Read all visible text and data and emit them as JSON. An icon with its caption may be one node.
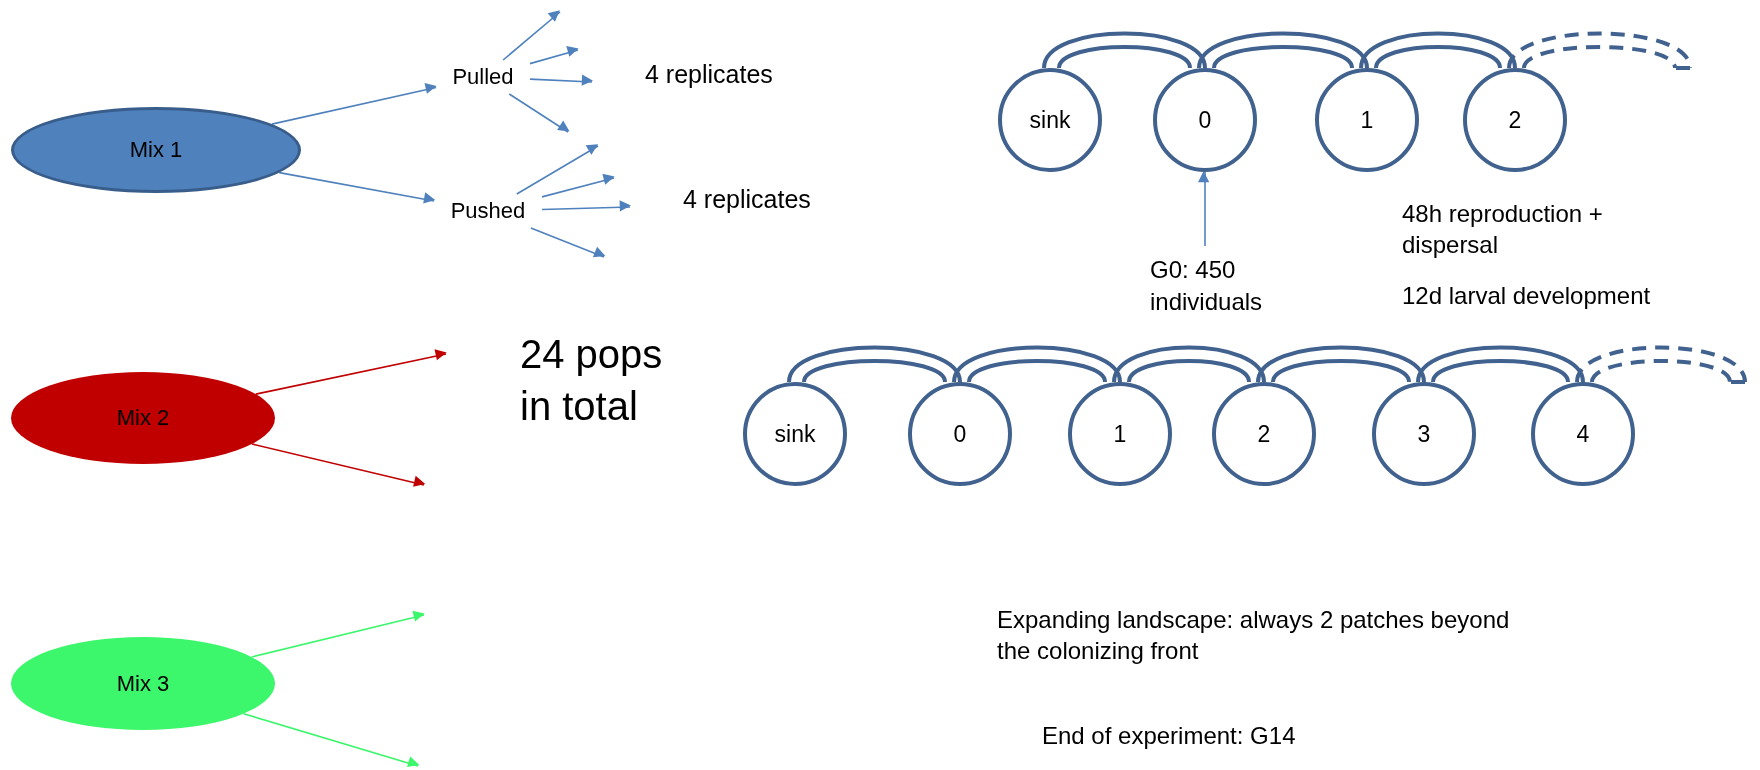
{
  "diagram": {
    "nodes": [
      {
        "text": [
          "Mix 1"
        ]
      },
      {
        "text": [
          "Pulled"
        ]
      },
      {
        "text": [
          "Pushed"
        ]
      },
      {
        "text": [
          "Mix 2"
        ]
      },
      {
        "text": [
          "Mix 3"
        ]
      },
      {
        "text": [
          "G0: 450 individuals"
        ]
      },
      {
        "text": [
          "sink"
        ]
      },
      {
        "text": [
          "0"
        ]
      },
      {
        "text": [
          "1"
        ]
      },
      {
        "text": [
          "2"
        ]
      },
      {
        "text": [
          "sink"
        ]
      },
      {
        "text": [
          "0"
        ]
      },
      {
        "text": [
          "1"
        ]
      },
      {
        "text": [
          "2"
        ]
      },
      {
        "text": [
          "3"
        ]
      },
      {
        "text": [
          "4"
        ]
      }
    ],
    "edges": [
      {
        "from": 0,
        "to": 1,
        "arrow": "to"
      },
      {
        "from": 0,
        "to": 2,
        "arrow": "to"
      },
      {
        "from": 1,
        "to": null,
        "arrow": "to"
      },
      {
        "from": 1,
        "to": null,
        "arrow": "to"
      },
      {
        "from": 1,
        "to": null,
        "arrow": "to"
      },
      {
        "from": 1,
        "to": null,
        "arrow": "to"
      },
      {
        "from": 2,
        "to": null,
        "arrow": "to"
      },
      {
        "from": 2,
        "to": null,
        "arrow": "to"
      },
      {
        "from": 2,
        "to": null,
        "arrow": "to"
      },
      {
        "from": 2,
        "to": null,
        "arrow": "to"
      },
      {
        "from": 3,
        "to": null,
        "arrow": "to",
        "color": "#c00000"
      },
      {
        "from": 3,
        "to": null,
        "arrow": "to",
        "color": "#c00000"
      },
      {
        "from": 4,
        "to": null,
        "arrow": "to",
        "color": "#3cf66b"
      },
      {
        "from": 4,
        "to": null,
        "arrow": "to",
        "color": "#3cf66b"
      },
      {
        "from": 5,
        "to": 7,
        "arrow": "to"
      },
      {
        "from": 6,
        "to": 7,
        "arrow": "none",
        "color": "#41628f"
      },
      {
        "from": 7,
        "to": 8,
        "arrow": "none",
        "color": "#41628f"
      },
      {
        "from": 8,
        "to": 9,
        "arrow": "none",
        "color": "#41628f"
      },
      {
        "from": 9,
        "to": null,
        "arrow": "none",
        "style": "dashed",
        "color": "#41628f"
      },
      {
        "from": 10,
        "to": 11,
        "arrow": "none",
        "color": "#41628f"
      },
      {
        "from": 11,
        "to": 12,
        "arrow": "none",
        "color": "#41628f"
      },
      {
        "from": 12,
        "to": 13,
        "arrow": "none",
        "color": "#41628f"
      },
      {
        "from": 13,
        "to": 14,
        "arrow": "none",
        "color": "#41628f"
      },
      {
        "from": 14,
        "to": 15,
        "arrow": "none",
        "color": "#41628f"
      },
      {
        "from": 15,
        "to": null,
        "arrow": "none",
        "style": "dashed",
        "color": "#41628f"
      }
    ],
    "labels": [
      "4 replicates",
      "4 replicates",
      "24 pops in total",
      "48h reproduction + dispersal",
      "12d larval development",
      "Expanding landscape: always 2 patches beyond the colonizing front",
      "End of experiment: G14"
    ]
  }
}
